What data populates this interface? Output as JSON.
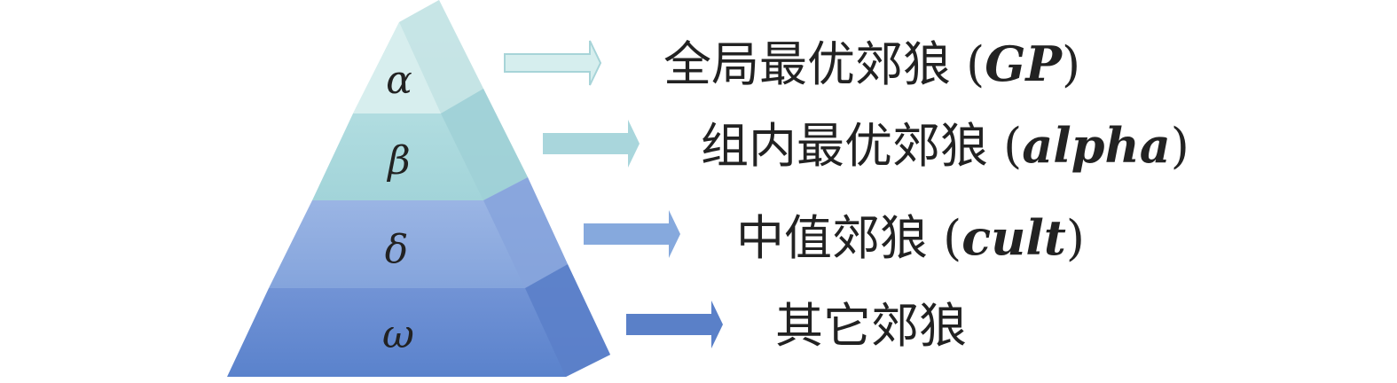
{
  "pyramid": {
    "levels": [
      {
        "symbol": "α",
        "color_front": "#d2ecec",
        "color_side": "#bfe1e3"
      },
      {
        "symbol": "β",
        "color_front": "#a9d9dd",
        "color_side": "#98cdd3"
      },
      {
        "symbol": "δ",
        "color_front": "#8aa8e0",
        "color_side": "#7e9fda"
      },
      {
        "symbol": "ω",
        "color_front": "#5f86ce",
        "color_side": "#5479c4"
      }
    ]
  },
  "arrows": [
    {
      "color": "#cfeaea",
      "outline": "#a7d4d8"
    },
    {
      "color": "#a9d6dc"
    },
    {
      "color": "#86a9dd"
    },
    {
      "color": "#5a80c8"
    }
  ],
  "labels": [
    {
      "text": "全局最优郊狼 (",
      "abbr": "GP",
      "close": ")"
    },
    {
      "text": "组内最优郊狼 (",
      "abbr": "alpha",
      "close": ")"
    },
    {
      "text": "中值郊狼 (",
      "abbr": "cult",
      "close": ")"
    },
    {
      "text": "其它郊狼",
      "abbr": "",
      "close": ""
    }
  ]
}
